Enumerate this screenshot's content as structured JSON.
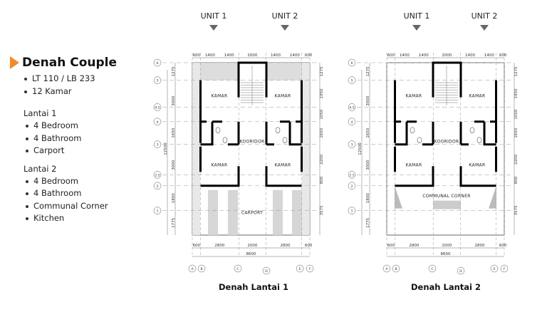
{
  "sidebar": {
    "title": "Denah Couple",
    "accent_color": "#f08c2e",
    "summary": [
      "LT 110 / LB 233",
      "12 Kamar"
    ],
    "floors": [
      {
        "label": "Lantai 1",
        "items": [
          "4 Bedroom",
          "4 Bathroom",
          "Carport"
        ]
      },
      {
        "label": "Lantai 2",
        "items": [
          "4 Bedroom",
          "4 Bathroom",
          "Communal Corner",
          "Kitchen"
        ]
      }
    ]
  },
  "plans": [
    {
      "caption": "Denah Lantai 1",
      "units": [
        "UNIT 1",
        "UNIT 2"
      ],
      "rooms": {
        "kamar": "KAMAR",
        "koridor": "KOORIDOR",
        "bottom": "CARPORT"
      },
      "dims_top": [
        "600",
        "1400",
        "1400",
        "2000",
        "1400",
        "1400",
        "600"
      ],
      "dims_bottom": [
        "600",
        "2800",
        "2000",
        "2800",
        "600"
      ],
      "total_width": "8600",
      "total_height": "12500",
      "dims_left": [
        "1275",
        "3000",
        "1650",
        "3000",
        "1800",
        "1775"
      ],
      "dims_right": [
        "1275",
        "1950",
        "1050",
        "1650",
        "2200",
        "800",
        "3575"
      ],
      "grid_rows": [
        "6",
        "5",
        "4.5",
        "4",
        "3",
        "2.5",
        "2",
        "1"
      ],
      "grid_cols": [
        "A",
        "B",
        "C",
        "D",
        "E",
        "F"
      ]
    },
    {
      "caption": "Denah Lantai 2",
      "units": [
        "UNIT 1",
        "UNIT 2"
      ],
      "rooms": {
        "kamar": "KAMAR",
        "koridor": "KOORIDOR",
        "bottom": "COMMUNAL CORNER"
      },
      "dims_top": [
        "600",
        "1400",
        "1400",
        "2000",
        "1400",
        "1400",
        "600"
      ],
      "dims_bottom": [
        "600",
        "2800",
        "2000",
        "2800",
        "600"
      ],
      "total_width": "8600",
      "total_height": "12500",
      "dims_left": [
        "1275",
        "3000",
        "1650",
        "3000",
        "1800",
        "1775"
      ],
      "dims_right": [
        "1275",
        "1950",
        "1050",
        "1650",
        "2200",
        "800",
        "3575"
      ],
      "grid_rows": [
        "6",
        "5",
        "4.5",
        "4",
        "3",
        "2.5",
        "2",
        "1"
      ],
      "grid_cols": [
        "A",
        "B",
        "C",
        "D",
        "E",
        "F"
      ]
    }
  ]
}
